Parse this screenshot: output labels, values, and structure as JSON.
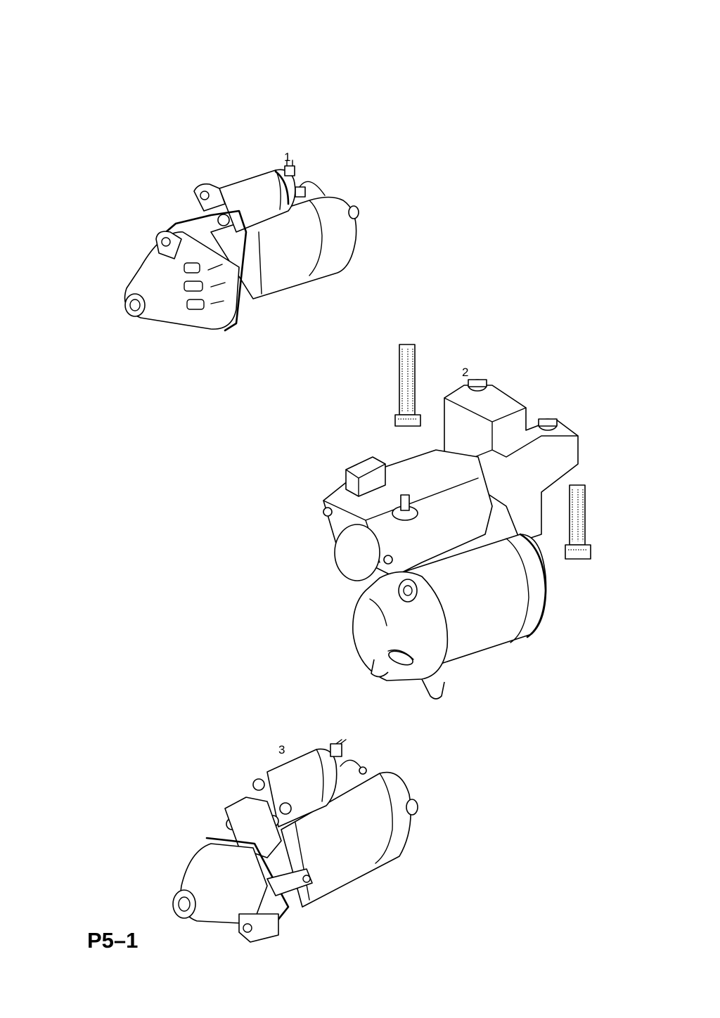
{
  "diagram": {
    "page_code": "P5–1",
    "callouts": [
      {
        "id": "1",
        "label": "1",
        "part": "starter-motor"
      },
      {
        "id": "2",
        "label": "2",
        "part": "starter-motor-with-bracket"
      },
      {
        "id": "3",
        "label": "3",
        "part": "starter-motor"
      }
    ]
  }
}
